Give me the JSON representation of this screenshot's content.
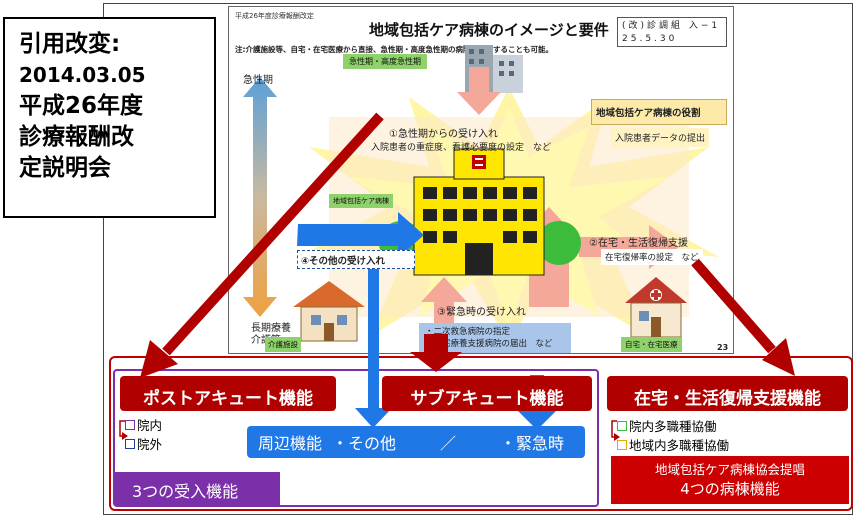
{
  "citation": {
    "line1": "引用改変:",
    "line2": "2014.03.05",
    "line3": "平成26年度",
    "line4": "診療報酬改",
    "line5": "定説明会"
  },
  "slide": {
    "header": "平成26年度診療報酬改定",
    "title": "地域包括ケア病棟のイメージと要件",
    "code_line1": "(改)診調組 入−1",
    "code_line2": "25.5.30",
    "note": "注:介護施設等、自宅・在宅医療から直接、急性期・高度急性期の病院へ入院することも可能。",
    "acute_label": "急性期・高度急性期",
    "left_top": "急性期",
    "left_bottom_1": "長期療養",
    "left_bottom_2": "介護等",
    "flow1_title": "①急性期からの受け入れ",
    "flow1_sub": "入院患者の重症度、看護必要度の設定　など",
    "role_title": "地域包括ケア病棟の役割",
    "role_sub": "入院患者データの提出",
    "hospital_label": "地域包括ケア病棟",
    "other_accept": "④その他の受け入れ",
    "flow2_title": "②在宅・生活復帰支援",
    "flow2_sub": "在宅復帰率の設定　など",
    "flow3_title": "③緊急時の受け入れ",
    "flow3_line1": "・二次救急病院の指定",
    "flow3_line2": "・在宅療養支援病院の届出　など",
    "care_facility": "介護施設",
    "home_care": "自宅・在宅医療",
    "page_number": "23"
  },
  "functions": {
    "post_acute": "ポストアキュート機能",
    "post_acute_items": [
      "院内",
      "院外"
    ],
    "sub_acute": "サブアキュート機能",
    "home_support": "在宅・生活復帰支援機能",
    "home_support_items": [
      "院内多職種協働",
      "地域内多職種協働"
    ],
    "peripheral": "周辺機能",
    "peripheral_other": "・その他",
    "peripheral_slash": "／",
    "peripheral_emergency": "・緊急時",
    "receive_label": "3つの受入機能",
    "assoc_line1": "地域包括ケア病棟協会提唱",
    "assoc_line2": "4つの病棟機能"
  },
  "colors": {
    "dark_red": "#b00000",
    "frame_red": "#c00000",
    "purple": "#7b2fa8",
    "blue": "#1f78e6",
    "green_label": "#8fd16b"
  }
}
